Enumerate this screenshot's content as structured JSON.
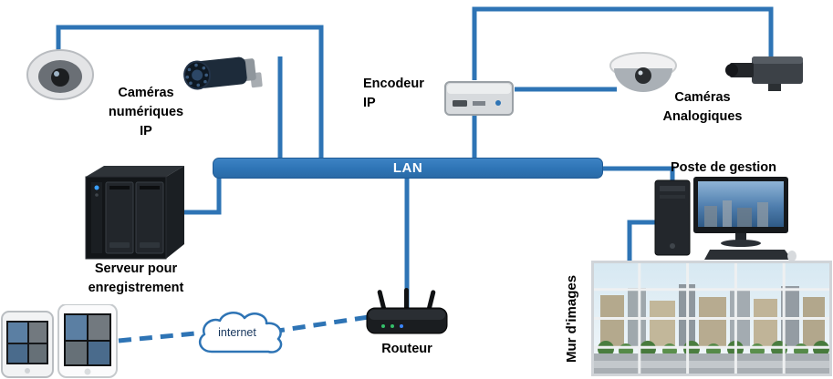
{
  "labels": {
    "ip_cameras": "Caméras\nnumériques\nIP",
    "encoder": "Encodeur\nIP",
    "analog_cameras": "Caméras\nAnalogiques",
    "lan": "LAN",
    "server": "Serveur pour\nenregistrement",
    "management_station": "Poste de gestion",
    "video_wall": "Mur d'images",
    "router": "Routeur",
    "internet": "internet"
  },
  "colors": {
    "connector_blue": "#2E74B5",
    "lan_bar_fill": "#2E74B5",
    "lan_text": "#FFFFFF",
    "label_text": "#000000"
  }
}
